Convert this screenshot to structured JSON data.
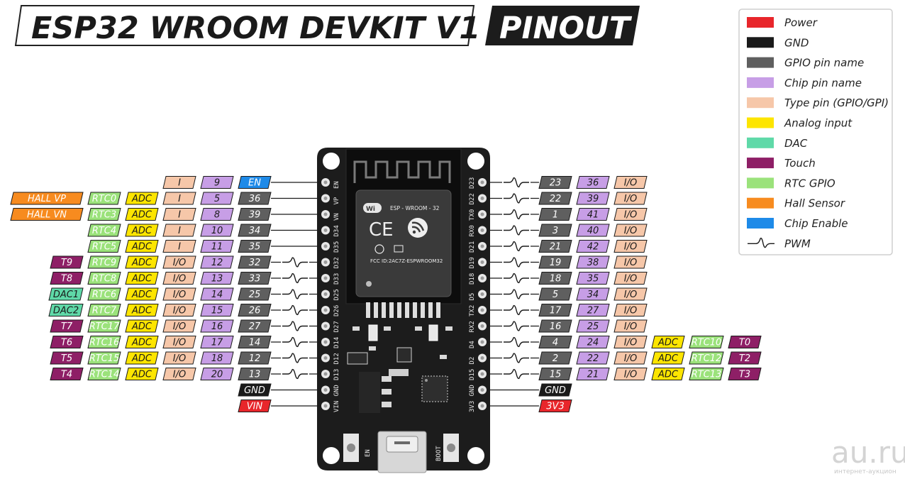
{
  "title": {
    "main": "ESP32 WROOM DEVKIT V1",
    "badge": "PINOUT"
  },
  "colors": {
    "power": "#e8262b",
    "gnd": "#1a1a1a",
    "gpio": "#5f5f5f",
    "chip": "#c79ee6",
    "type": "#f6c7a9",
    "analog": "#fde500",
    "dac": "#5fd9a8",
    "touch": "#8e1f66",
    "rtc": "#9be27b",
    "hall": "#f78b1f",
    "enable": "#1e8ae8",
    "board": "#1c1c1c"
  },
  "legend": [
    {
      "label": "Power",
      "color": "power"
    },
    {
      "label": "GND",
      "color": "gnd"
    },
    {
      "label": "GPIO pin name",
      "color": "gpio"
    },
    {
      "label": "Chip pin name",
      "color": "chip"
    },
    {
      "label": "Type pin (GPIO/GPI)",
      "color": "type"
    },
    {
      "label": "Analog input",
      "color": "analog"
    },
    {
      "label": "DAC",
      "color": "dac"
    },
    {
      "label": "Touch",
      "color": "touch"
    },
    {
      "label": "RTC GPIO",
      "color": "rtc"
    },
    {
      "label": "Hall Sensor",
      "color": "hall"
    },
    {
      "label": "Chip Enable",
      "color": "enable"
    },
    {
      "label": "PWM",
      "color": "pwm"
    }
  ],
  "board": {
    "module_name": "ESP - WROOM - 32",
    "fcc_id": "FCC ID:2AC7Z-ESPWROOM32",
    "wifi": "Wi",
    "ce": "CE",
    "button_en": "EN",
    "button_boot": "BOOT"
  },
  "left_pins": [
    {
      "silk": "EN",
      "labels": [
        [
          "I",
          "type"
        ],
        [
          "9",
          "chip"
        ],
        [
          "EN",
          "enable"
        ]
      ],
      "pwm": false
    },
    {
      "silk": "VP",
      "labels": [
        [
          "HALL VP",
          "hall"
        ],
        [
          "RTC0",
          "rtc"
        ],
        [
          "ADC",
          "analog"
        ],
        [
          "I",
          "type"
        ],
        [
          "5",
          "chip"
        ],
        [
          "36",
          "gpio"
        ]
      ],
      "pwm": false
    },
    {
      "silk": "VN",
      "labels": [
        [
          "HALL VN",
          "hall"
        ],
        [
          "RTC3",
          "rtc"
        ],
        [
          "ADC",
          "analog"
        ],
        [
          "I",
          "type"
        ],
        [
          "8",
          "chip"
        ],
        [
          "39",
          "gpio"
        ]
      ],
      "pwm": false
    },
    {
      "silk": "D34",
      "labels": [
        [
          "RTC4",
          "rtc"
        ],
        [
          "ADC",
          "analog"
        ],
        [
          "I",
          "type"
        ],
        [
          "10",
          "chip"
        ],
        [
          "34",
          "gpio"
        ]
      ],
      "pwm": false
    },
    {
      "silk": "D35",
      "labels": [
        [
          "RTC5",
          "rtc"
        ],
        [
          "ADC",
          "analog"
        ],
        [
          "I",
          "type"
        ],
        [
          "11",
          "chip"
        ],
        [
          "35",
          "gpio"
        ]
      ],
      "pwm": false
    },
    {
      "silk": "D32",
      "labels": [
        [
          "T9",
          "touch"
        ],
        [
          "RTC9",
          "rtc"
        ],
        [
          "ADC",
          "analog"
        ],
        [
          "I/O",
          "type"
        ],
        [
          "12",
          "chip"
        ],
        [
          "32",
          "gpio"
        ]
      ],
      "pwm": true
    },
    {
      "silk": "D33",
      "labels": [
        [
          "T8",
          "touch"
        ],
        [
          "RTC8",
          "rtc"
        ],
        [
          "ADC",
          "analog"
        ],
        [
          "I/O",
          "type"
        ],
        [
          "13",
          "chip"
        ],
        [
          "33",
          "gpio"
        ]
      ],
      "pwm": true
    },
    {
      "silk": "D25",
      "labels": [
        [
          "DAC1",
          "dac"
        ],
        [
          "RTC6",
          "rtc"
        ],
        [
          "ADC",
          "analog"
        ],
        [
          "I/O",
          "type"
        ],
        [
          "14",
          "chip"
        ],
        [
          "25",
          "gpio"
        ]
      ],
      "pwm": true
    },
    {
      "silk": "D26",
      "labels": [
        [
          "DAC2",
          "dac"
        ],
        [
          "RTC7",
          "rtc"
        ],
        [
          "ADC",
          "analog"
        ],
        [
          "I/O",
          "type"
        ],
        [
          "15",
          "chip"
        ],
        [
          "26",
          "gpio"
        ]
      ],
      "pwm": true
    },
    {
      "silk": "D27",
      "labels": [
        [
          "T7",
          "touch"
        ],
        [
          "RTC17",
          "rtc"
        ],
        [
          "ADC",
          "analog"
        ],
        [
          "I/O",
          "type"
        ],
        [
          "16",
          "chip"
        ],
        [
          "27",
          "gpio"
        ]
      ],
      "pwm": true
    },
    {
      "silk": "D14",
      "labels": [
        [
          "T6",
          "touch"
        ],
        [
          "RTC16",
          "rtc"
        ],
        [
          "ADC",
          "analog"
        ],
        [
          "I/O",
          "type"
        ],
        [
          "17",
          "chip"
        ],
        [
          "14",
          "gpio"
        ]
      ],
      "pwm": true
    },
    {
      "silk": "D12",
      "labels": [
        [
          "T5",
          "touch"
        ],
        [
          "RTC15",
          "rtc"
        ],
        [
          "ADC",
          "analog"
        ],
        [
          "I/O",
          "type"
        ],
        [
          "18",
          "chip"
        ],
        [
          "12",
          "gpio"
        ]
      ],
      "pwm": true
    },
    {
      "silk": "D13",
      "labels": [
        [
          "T4",
          "touch"
        ],
        [
          "RTC14",
          "rtc"
        ],
        [
          "ADC",
          "analog"
        ],
        [
          "I/O",
          "type"
        ],
        [
          "20",
          "chip"
        ],
        [
          "13",
          "gpio"
        ]
      ],
      "pwm": true
    },
    {
      "silk": "GND",
      "labels": [
        [
          "GND",
          "gnd"
        ]
      ],
      "pwm": false
    },
    {
      "silk": "VIN",
      "labels": [
        [
          "VIN",
          "power"
        ]
      ],
      "pwm": false
    }
  ],
  "right_pins": [
    {
      "silk": "D23",
      "labels": [
        [
          "23",
          "gpio"
        ],
        [
          "36",
          "chip"
        ],
        [
          "I/O",
          "type"
        ]
      ],
      "pwm": true
    },
    {
      "silk": "D22",
      "labels": [
        [
          "22",
          "gpio"
        ],
        [
          "39",
          "chip"
        ],
        [
          "I/O",
          "type"
        ]
      ],
      "pwm": true
    },
    {
      "silk": "TX0",
      "labels": [
        [
          "1",
          "gpio"
        ],
        [
          "41",
          "chip"
        ],
        [
          "I/O",
          "type"
        ]
      ],
      "pwm": true
    },
    {
      "silk": "RX0",
      "labels": [
        [
          "3",
          "gpio"
        ],
        [
          "40",
          "chip"
        ],
        [
          "I/O",
          "type"
        ]
      ],
      "pwm": true
    },
    {
      "silk": "D21",
      "labels": [
        [
          "21",
          "gpio"
        ],
        [
          "42",
          "chip"
        ],
        [
          "I/O",
          "type"
        ]
      ],
      "pwm": true
    },
    {
      "silk": "D19",
      "labels": [
        [
          "19",
          "gpio"
        ],
        [
          "38",
          "chip"
        ],
        [
          "I/O",
          "type"
        ]
      ],
      "pwm": true
    },
    {
      "silk": "D18",
      "labels": [
        [
          "18",
          "gpio"
        ],
        [
          "35",
          "chip"
        ],
        [
          "I/O",
          "type"
        ]
      ],
      "pwm": true
    },
    {
      "silk": "D5",
      "labels": [
        [
          "5",
          "gpio"
        ],
        [
          "34",
          "chip"
        ],
        [
          "I/O",
          "type"
        ]
      ],
      "pwm": true
    },
    {
      "silk": "TX2",
      "labels": [
        [
          "17",
          "gpio"
        ],
        [
          "27",
          "chip"
        ],
        [
          "I/O",
          "type"
        ]
      ],
      "pwm": true
    },
    {
      "silk": "RX2",
      "labels": [
        [
          "16",
          "gpio"
        ],
        [
          "25",
          "chip"
        ],
        [
          "I/O",
          "type"
        ]
      ],
      "pwm": true
    },
    {
      "silk": "D4",
      "labels": [
        [
          "4",
          "gpio"
        ],
        [
          "24",
          "chip"
        ],
        [
          "I/O",
          "type"
        ],
        [
          "ADC",
          "analog"
        ],
        [
          "RTC10",
          "rtc"
        ],
        [
          "T0",
          "touch"
        ]
      ],
      "pwm": true
    },
    {
      "silk": "D2",
      "labels": [
        [
          "2",
          "gpio"
        ],
        [
          "22",
          "chip"
        ],
        [
          "I/O",
          "type"
        ],
        [
          "ADC",
          "analog"
        ],
        [
          "RTC12",
          "rtc"
        ],
        [
          "T2",
          "touch"
        ]
      ],
      "pwm": true
    },
    {
      "silk": "D15",
      "labels": [
        [
          "15",
          "gpio"
        ],
        [
          "21",
          "chip"
        ],
        [
          "I/O",
          "type"
        ],
        [
          "ADC",
          "analog"
        ],
        [
          "RTC13",
          "rtc"
        ],
        [
          "T3",
          "touch"
        ]
      ],
      "pwm": true
    },
    {
      "silk": "GND",
      "labels": [
        [
          "GND",
          "gnd"
        ]
      ],
      "pwm": false
    },
    {
      "silk": "3V3",
      "labels": [
        [
          "3V3",
          "power"
        ]
      ],
      "pwm": false
    }
  ],
  "watermark": {
    "logo": "au.ru",
    "sub": "интернет-аукцион"
  }
}
